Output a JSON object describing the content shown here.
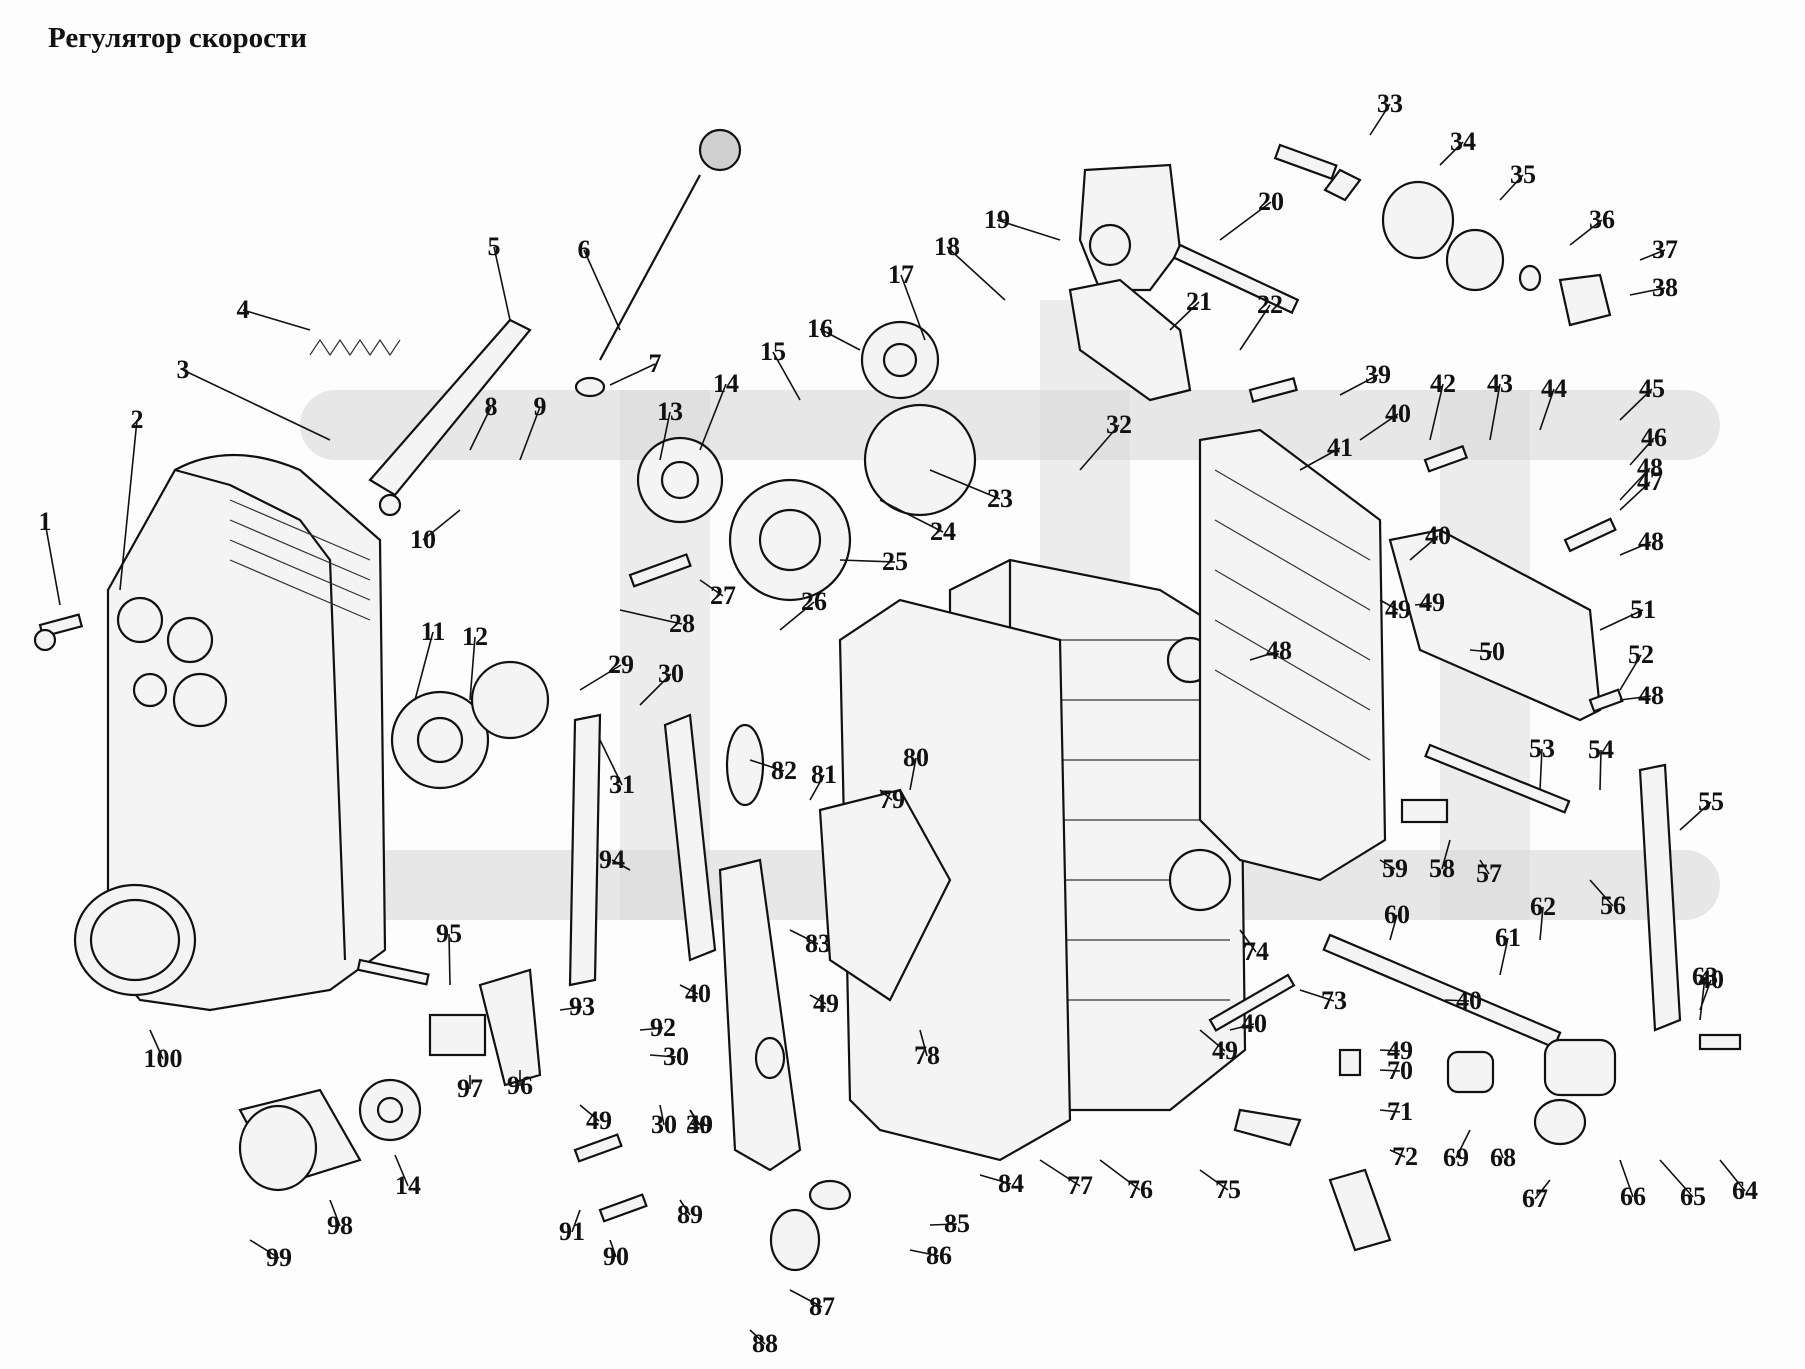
{
  "title": "Регулятор скорости",
  "callout_labels": [
    "1",
    "2",
    "3",
    "4",
    "5",
    "6",
    "7",
    "8",
    "9",
    "10",
    "11",
    "12",
    "13",
    "14",
    "15",
    "16",
    "17",
    "18",
    "19",
    "20",
    "21",
    "22",
    "23",
    "24",
    "25",
    "26",
    "27",
    "28",
    "29",
    "30",
    "31",
    "32",
    "33",
    "34",
    "35",
    "36",
    "37",
    "38",
    "39",
    "40",
    "41",
    "42",
    "43",
    "44",
    "45",
    "46",
    "47",
    "48",
    "49",
    "50",
    "51",
    "52",
    "53",
    "54",
    "55",
    "56",
    "57",
    "58",
    "59",
    "60",
    "61",
    "62",
    "63",
    "64",
    "65",
    "66",
    "67",
    "68",
    "69",
    "70",
    "71",
    "72",
    "73",
    "74",
    "75",
    "76",
    "77",
    "78",
    "79",
    "80",
    "81",
    "82",
    "83",
    "84",
    "85",
    "86",
    "87",
    "88",
    "89",
    "90",
    "91",
    "92",
    "93",
    "94",
    "95",
    "96",
    "97",
    "98",
    "99",
    "100",
    "14",
    "30",
    "30",
    "30",
    "40",
    "40",
    "40",
    "40",
    "40",
    "48",
    "48",
    "48",
    "49",
    "49",
    "49",
    "49",
    "49",
    "49"
  ],
  "colors": {
    "ink": "#111111",
    "watermark": "#d6d6d6",
    "paper": "#fdfdfd"
  }
}
